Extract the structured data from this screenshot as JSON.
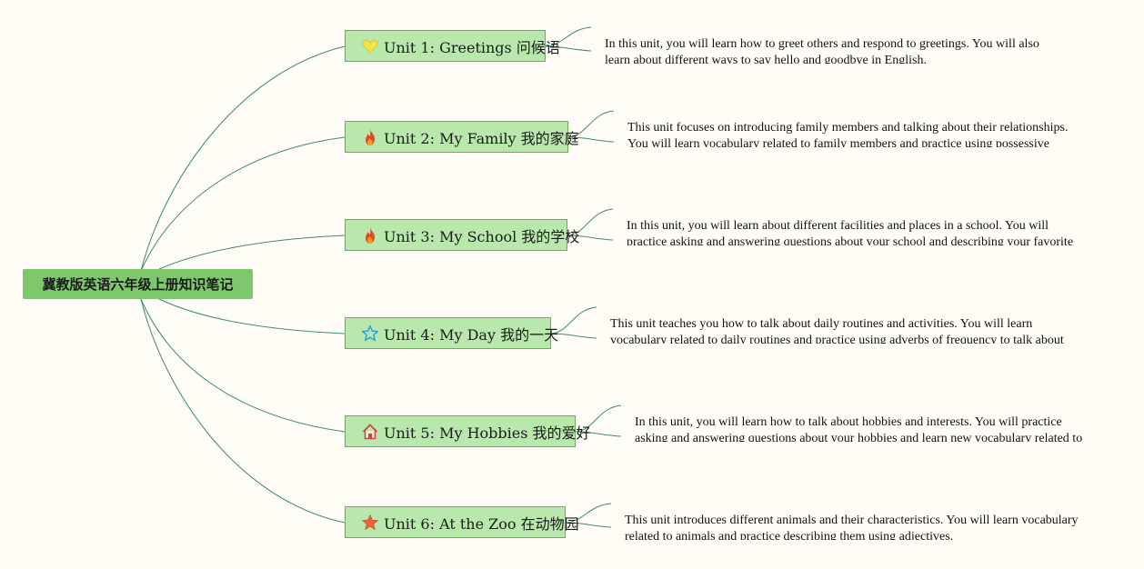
{
  "root": {
    "title": "冀教版英语六年级上册知识笔记"
  },
  "units": [
    {
      "label": "Unit 1: Greetings 问候语",
      "icon": "heart-icon",
      "description": "In this unit, you will learn how to greet others and respond to greetings. You will also learn about different ways to say hello and goodbye in English."
    },
    {
      "label": "Unit 2: My Family 我的家庭",
      "icon": "fire-icon",
      "description": "This unit focuses on introducing family members and talking about their relationships. You will learn vocabulary related to family members and practice using possessive pronouns."
    },
    {
      "label": "Unit 3: My School 我的学校",
      "icon": "fire-icon",
      "description": "In this unit, you will learn about different facilities and places in a school. You will practice asking and answering questions about your school and describing your favorite places in the school."
    },
    {
      "label": "Unit 4: My Day 我的一天",
      "icon": "star-outline-icon",
      "description": "This unit teaches you how to talk about daily routines and activities. You will learn vocabulary related to daily routines and practice using adverbs of frequency to talk about how often you do certain activities."
    },
    {
      "label": "Unit 5: My Hobbies 我的爱好",
      "icon": "house-icon",
      "description": "In this unit, you will learn how to talk about hobbies and interests. You will practice asking and answering questions about your hobbies and learn new vocabulary related to different hobbies."
    },
    {
      "label": "Unit 6: At the Zoo 在动物园",
      "icon": "star-filled-icon",
      "description": "This unit introduces different animals and their characteristics. You will learn vocabulary related to animals and practice describing them using adjectives."
    }
  ],
  "colors": {
    "background": "#fffdf5",
    "root_fill": "#7dc86c",
    "unit_fill": "#b9e8ad",
    "unit_border": "#6cab62",
    "connector": "#3f8a76"
  }
}
